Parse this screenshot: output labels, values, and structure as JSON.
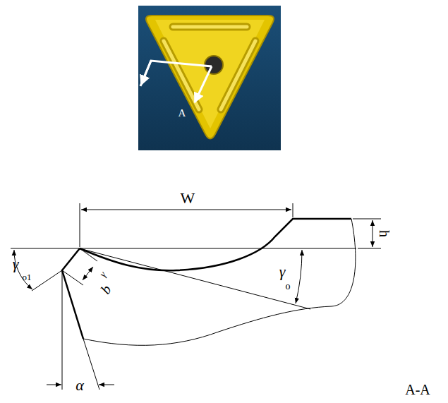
{
  "diagram": {
    "labels": [
      "A",
      "W",
      "h",
      "γ",
      "o1",
      "b",
      "γ",
      "γ",
      "o",
      "α",
      "A-A"
    ]
  }
}
